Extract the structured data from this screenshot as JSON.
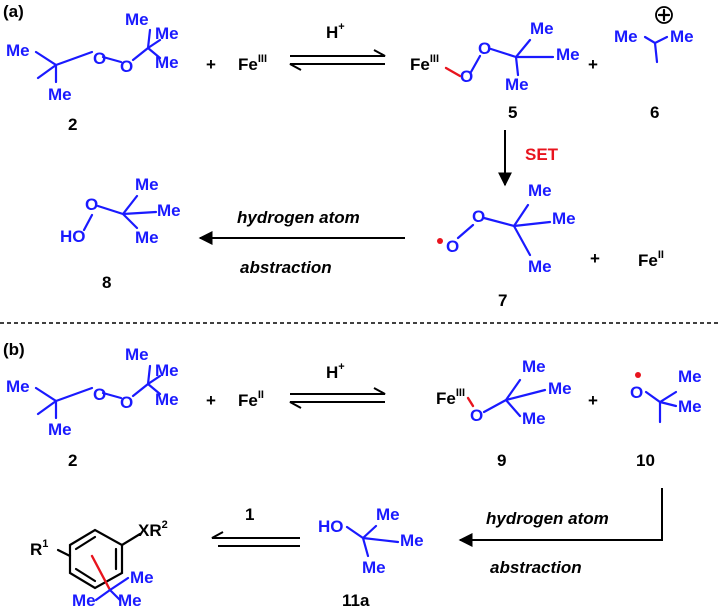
{
  "panel_a": {
    "label": "(a)",
    "plus": "+",
    "me": "Me",
    "o": "O",
    "fe": "Fe",
    "fe3": "III",
    "fe2": "II",
    "h": "H",
    "plus_sup": "+",
    "ho": "HO",
    "c2": "2",
    "c5": "5",
    "c6": "6",
    "c7": "7",
    "c8": "8",
    "set": "SET",
    "hat1": "hydrogen atom",
    "hat2": "abstraction"
  },
  "panel_b": {
    "label": "(b)",
    "c2": "2",
    "c9": "9",
    "c10": "10",
    "c11a": "11a",
    "c1": "1",
    "ho": "HO",
    "xr": "XR",
    "two": "2",
    "r": "R",
    "one": "1",
    "hat1": "hydrogen atom",
    "hat2": "abstraction"
  }
}
